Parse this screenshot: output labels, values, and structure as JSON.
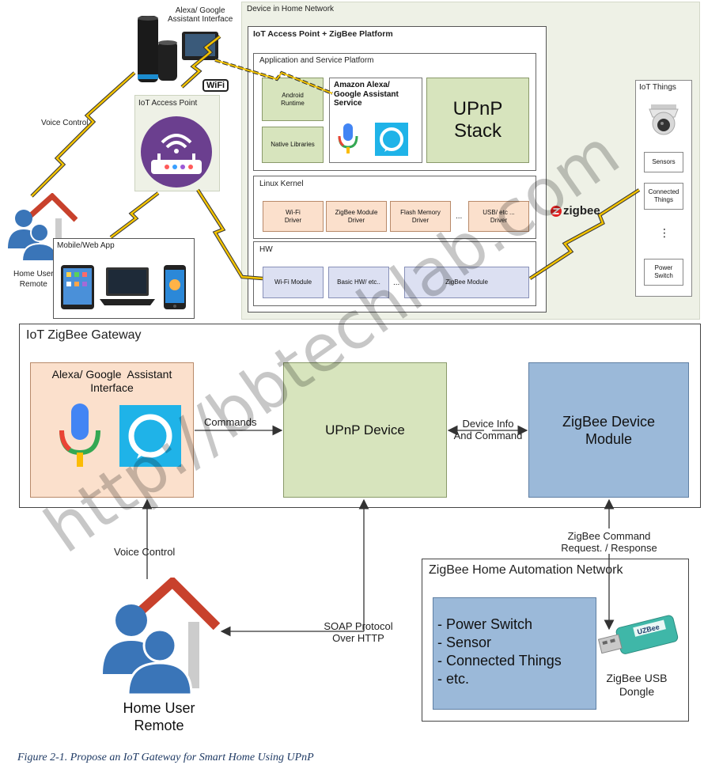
{
  "top": {
    "device_network_title": "Device in Home Network",
    "alexa_interface_label": "Alexa/ Google\nAssistant Interface",
    "wifi_badge": "WiFi",
    "iot_ap_title": "IoT Access Point",
    "voice_control": "Voice Control",
    "home_user_remote": "Home User\nRemote",
    "mobile_web_app": "Mobile/Web App",
    "zigbee_logo": "zigbee",
    "platform_title": "IoT Access Point + ZigBee Platform",
    "app_service_title": "Application and Service Platform",
    "android_runtime": "Android\nRuntime",
    "native_libraries": "Native Libraries",
    "alexa_service": "Amazon Alexa/\nGoogle Assistant\nService",
    "upnp_stack": "UPnP\nStack",
    "linux_kernel": "Linux Kernel",
    "wifi_driver": "Wi-Fi\nDriver",
    "zigbee_module_driver": "ZigBee Module\nDriver",
    "flash_memory_driver": "Flash Memory\nDriver",
    "ellipsis": "...",
    "usb_driver": "USB/ etc ...\nDriver",
    "hw_title": "HW",
    "wifi_module": "Wi-Fi Module",
    "basic_hw": "Basic HW/ etc..",
    "zigbee_module": "ZigBee Module",
    "iot_things_title": "IoT Things",
    "sensors": "Sensors",
    "connected_things": "Connected\nThings",
    "vertical_dots": "⋮",
    "power_switch": "Power\nSwitch"
  },
  "bottom": {
    "gateway_title": "IoT ZigBee Gateway",
    "alexa_interface": "Alexa/ Google  Assistant\nInterface",
    "commands": "Commands",
    "upnp_device": "UPnP Device",
    "device_info": "Device Info\nAnd Command",
    "zigbee_device_module": "ZigBee Device\nModule",
    "voice_control": "Voice Control",
    "zigbee_cmd": "ZigBee Command\nRequest. / Response",
    "zha_network_title": "ZigBee Home Automation Network",
    "zha_list": "- Power Switch\n- Sensor\n- Connected Things\n- etc.",
    "usb_dongle": "ZigBee USB\nDongle",
    "dongle_brand": "UZBee",
    "soap": "SOAP Protocol\nOver HTTP",
    "home_user_remote": "Home User\nRemote"
  },
  "caption": "Figure 2-1. Propose an IoT Gateway for Smart Home Using UPnP",
  "watermark": "http://bbtechlab.com",
  "colors": {
    "olive": "#d7e4bd",
    "peach": "#fbe0cc",
    "lavender": "#dce0f2",
    "blue": "#9bb9d9",
    "device_bg": "#eef1e6",
    "zigzag": "#f2c200",
    "router_purple": "#6b3f8f"
  },
  "icons": [
    "smart-speaker-icon",
    "router-icon",
    "house-icon",
    "user-icon",
    "tablet-icon",
    "laptop-icon",
    "phone-icon",
    "microphone-icon",
    "alexa-ring-icon",
    "camera-icon",
    "usb-dongle-icon",
    "zigzag-link-icon"
  ]
}
